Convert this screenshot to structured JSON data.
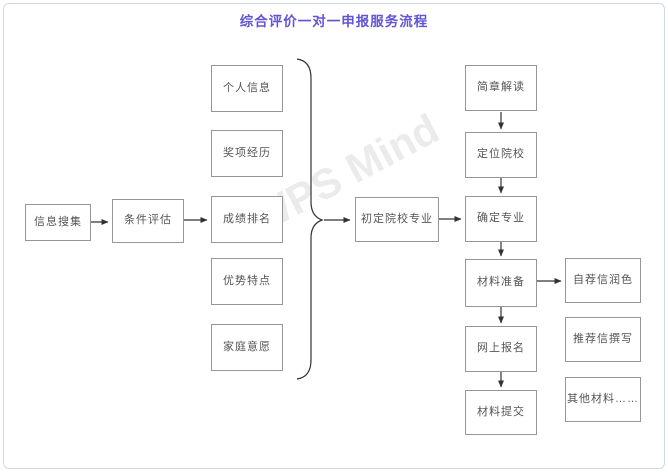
{
  "title": "综合评价一对一申报服务流程",
  "watermark": "WPS Mind",
  "colors": {
    "title": "#6254d3",
    "box_border": "#969696",
    "arrow": "#333333",
    "frame": "#cfd9e8"
  },
  "nodes": {
    "info_collect": "信息搜集",
    "condition_eval": "条件评估",
    "personal_info": "个人信息",
    "award_experience": "奖项经历",
    "grade_ranking": "成绩排名",
    "strengths": "优势特点",
    "family_will": "家庭意愿",
    "initial_school_major": "初定院校专业",
    "brochure_reading": "简章解读",
    "locate_school": "定位院校",
    "confirm_major": "确定专业",
    "material_prep": "材料准备",
    "online_apply": "网上报名",
    "material_submit": "材料提交",
    "self_letter_polish": "自荐信润色",
    "recommend_letter": "推荐信撰写",
    "other_materials": "其他材料……"
  }
}
